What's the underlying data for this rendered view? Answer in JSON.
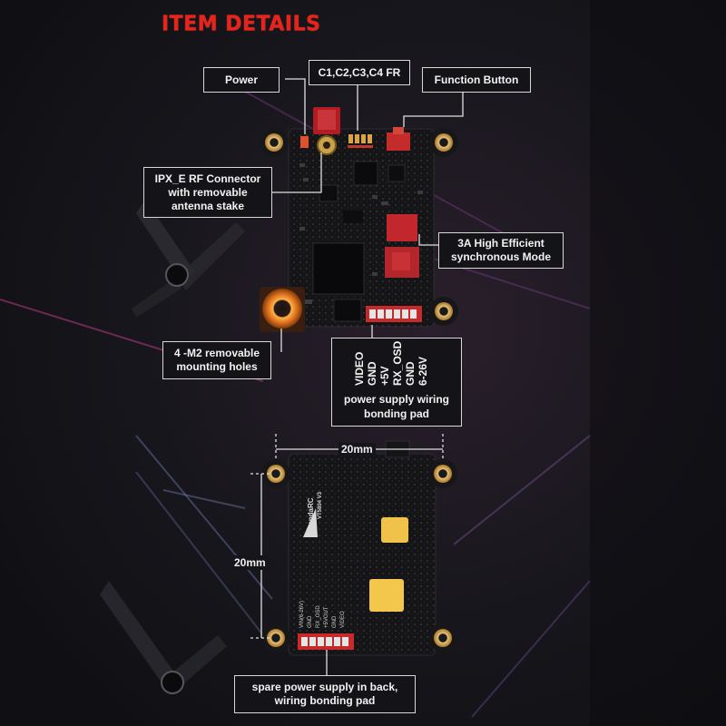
{
  "title": "ITEM DETAILS",
  "callouts": {
    "power": "Power",
    "channels": "C1,C2,C3,C4 FR",
    "function_button": "Function Button",
    "rf_connector": [
      "IPX_E RF Connector",
      "with removable",
      "antenna stake"
    ],
    "power_mode": [
      "3A High Efficient",
      "synchronous Mode"
    ],
    "mounting_holes": [
      "4 -M2 removable",
      "mounting holes"
    ]
  },
  "wiring_pad": {
    "pins": [
      "VIDEO",
      "GND",
      "+5V",
      "RX_OSD",
      "GND",
      "6-26V"
    ],
    "caption": [
      "power supply wiring",
      "bonding pad"
    ]
  },
  "back_board": {
    "brand": "PandaRC",
    "model": "VT5804 V3",
    "pins": [
      "VIN(6-26V)",
      "GND",
      "RX_OSD",
      "+5VOUT",
      "GND",
      "VIDEO"
    ],
    "dimension_width": "20mm",
    "dimension_height": "20mm",
    "caption": [
      "spare power supply in back,",
      "wiring bonding pad"
    ]
  },
  "colors": {
    "accent_red": "#e8231c",
    "pcb_black": "#17171a",
    "gold": "#d9a441",
    "chip_red": "#c2272d"
  }
}
